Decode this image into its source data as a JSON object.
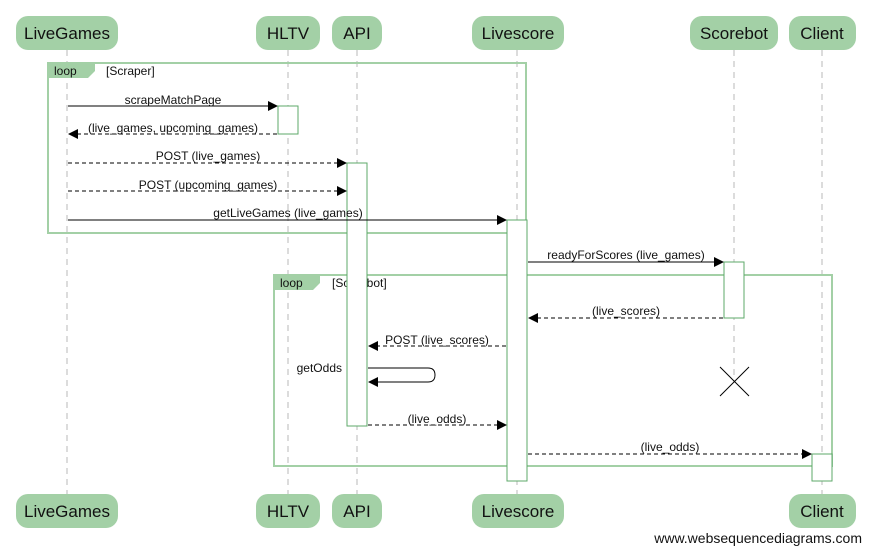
{
  "participants": [
    "LiveGames",
    "HLTV",
    "API",
    "Livescore",
    "Scorebot",
    "Client"
  ],
  "bottom_participants": [
    "LiveGames",
    "HLTV",
    "API",
    "Livescore",
    "Client"
  ],
  "loops": [
    {
      "keyword": "loop",
      "condition": "[Scraper]"
    },
    {
      "keyword": "loop",
      "condition": "[Scorebot]"
    }
  ],
  "messages": [
    {
      "label": "scrapeMatchPage",
      "from": "LiveGames",
      "to": "HLTV",
      "style": "solid"
    },
    {
      "label": "(live_games, upcoming_games)",
      "from": "HLTV",
      "to": "LiveGames",
      "style": "dashed"
    },
    {
      "label": "POST (live_games)",
      "from": "LiveGames",
      "to": "API",
      "style": "dashed"
    },
    {
      "label": "POST (upcoming_games)",
      "from": "LiveGames",
      "to": "API",
      "style": "dashed"
    },
    {
      "label": "getLiveGames (live_games)",
      "from": "LiveGames",
      "to": "Livescore",
      "style": "solid"
    },
    {
      "label": "readyForScores (live_games)",
      "from": "Livescore",
      "to": "Scorebot",
      "style": "solid"
    },
    {
      "label": "(live_scores)",
      "from": "Scorebot",
      "to": "Livescore",
      "style": "dashed"
    },
    {
      "label": "POST (live_scores)",
      "from": "Livescore",
      "to": "API",
      "style": "dashed"
    },
    {
      "label": "getOdds",
      "from": "API",
      "to": "API",
      "style": "solid"
    },
    {
      "label": "(live_odds)",
      "from": "API",
      "to": "Livescore",
      "style": "dashed"
    },
    {
      "label": "(live_odds)",
      "from": "Livescore",
      "to": "Client",
      "style": "dashed"
    }
  ],
  "destroyed": "Scorebot",
  "watermark": "www.websequencediagrams.com",
  "colors": {
    "participant": "#a3d0a6",
    "activation_border": "#5ea86a",
    "lifeline": "#b9b9b9"
  }
}
